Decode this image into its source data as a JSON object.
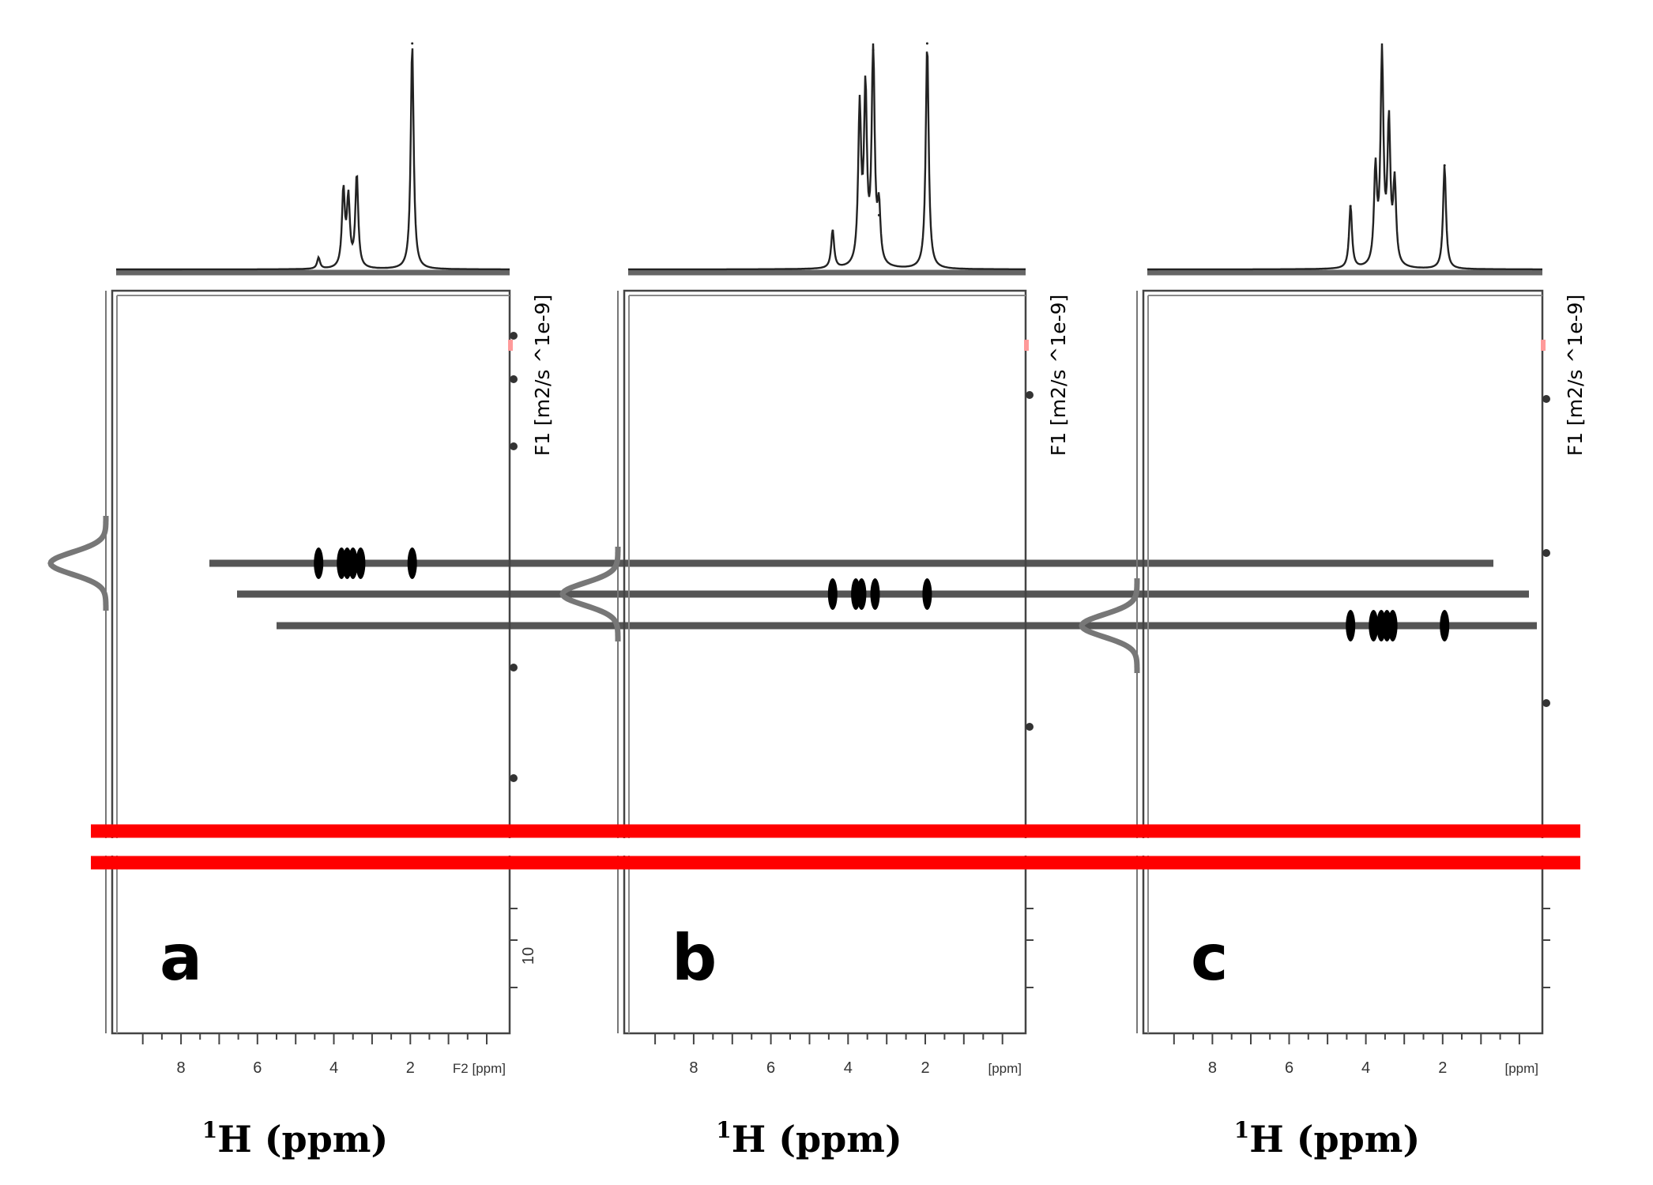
{
  "chart_data": {
    "type": "dosy-2d-nmr",
    "x_axis": {
      "label_prefix": "1",
      "label": "H (ppm)",
      "direction": "descending",
      "xlim": [
        9.8,
        -0.6
      ],
      "ticks": [
        8,
        6,
        4,
        2
      ]
    },
    "y_axis_label": "F1 [m2/s ^1e-9]",
    "colors": {
      "break_marks": "#ff0000",
      "traces": "#222222",
      "baselines": "#666666"
    },
    "panels": [
      {
        "letter": "a",
        "unit_label": "F2 [ppm]",
        "y_tick_label": "10",
        "projection_peaks": [
          {
            "ppm": 4.4,
            "height": 0.05
          },
          {
            "ppm": 3.75,
            "height": 0.34
          },
          {
            "ppm": 3.62,
            "height": 0.3
          },
          {
            "ppm": 3.4,
            "height": 0.41
          },
          {
            "ppm": 1.95,
            "height": 1.0
          }
        ],
        "diffusion_band": 1,
        "cross_peaks_ppm": [
          4.4,
          3.8,
          3.65,
          3.5,
          3.3,
          1.95
        ]
      },
      {
        "letter": "b",
        "unit_label": "[ppm]",
        "y_tick_label": "",
        "projection_peaks": [
          {
            "ppm": 4.4,
            "height": 0.17
          },
          {
            "ppm": 3.7,
            "height": 0.69
          },
          {
            "ppm": 3.55,
            "height": 0.76
          },
          {
            "ppm": 3.35,
            "height": 0.97
          },
          {
            "ppm": 3.2,
            "height": 0.24
          },
          {
            "ppm": 1.95,
            "height": 1.0
          }
        ],
        "diffusion_band": 2,
        "cross_peaks_ppm": [
          4.4,
          3.8,
          3.65,
          3.3,
          1.95
        ]
      },
      {
        "letter": "c",
        "unit_label": "[ppm]",
        "y_tick_label": "",
        "projection_peaks": [
          {
            "ppm": 4.4,
            "height": 0.28
          },
          {
            "ppm": 3.75,
            "height": 0.42
          },
          {
            "ppm": 3.58,
            "height": 0.93
          },
          {
            "ppm": 3.4,
            "height": 0.62
          },
          {
            "ppm": 3.25,
            "height": 0.36
          },
          {
            "ppm": 1.95,
            "height": 0.46
          }
        ],
        "diffusion_band": 3,
        "cross_peaks_ppm": [
          4.4,
          3.8,
          3.6,
          3.45,
          3.3,
          1.95
        ]
      }
    ]
  }
}
